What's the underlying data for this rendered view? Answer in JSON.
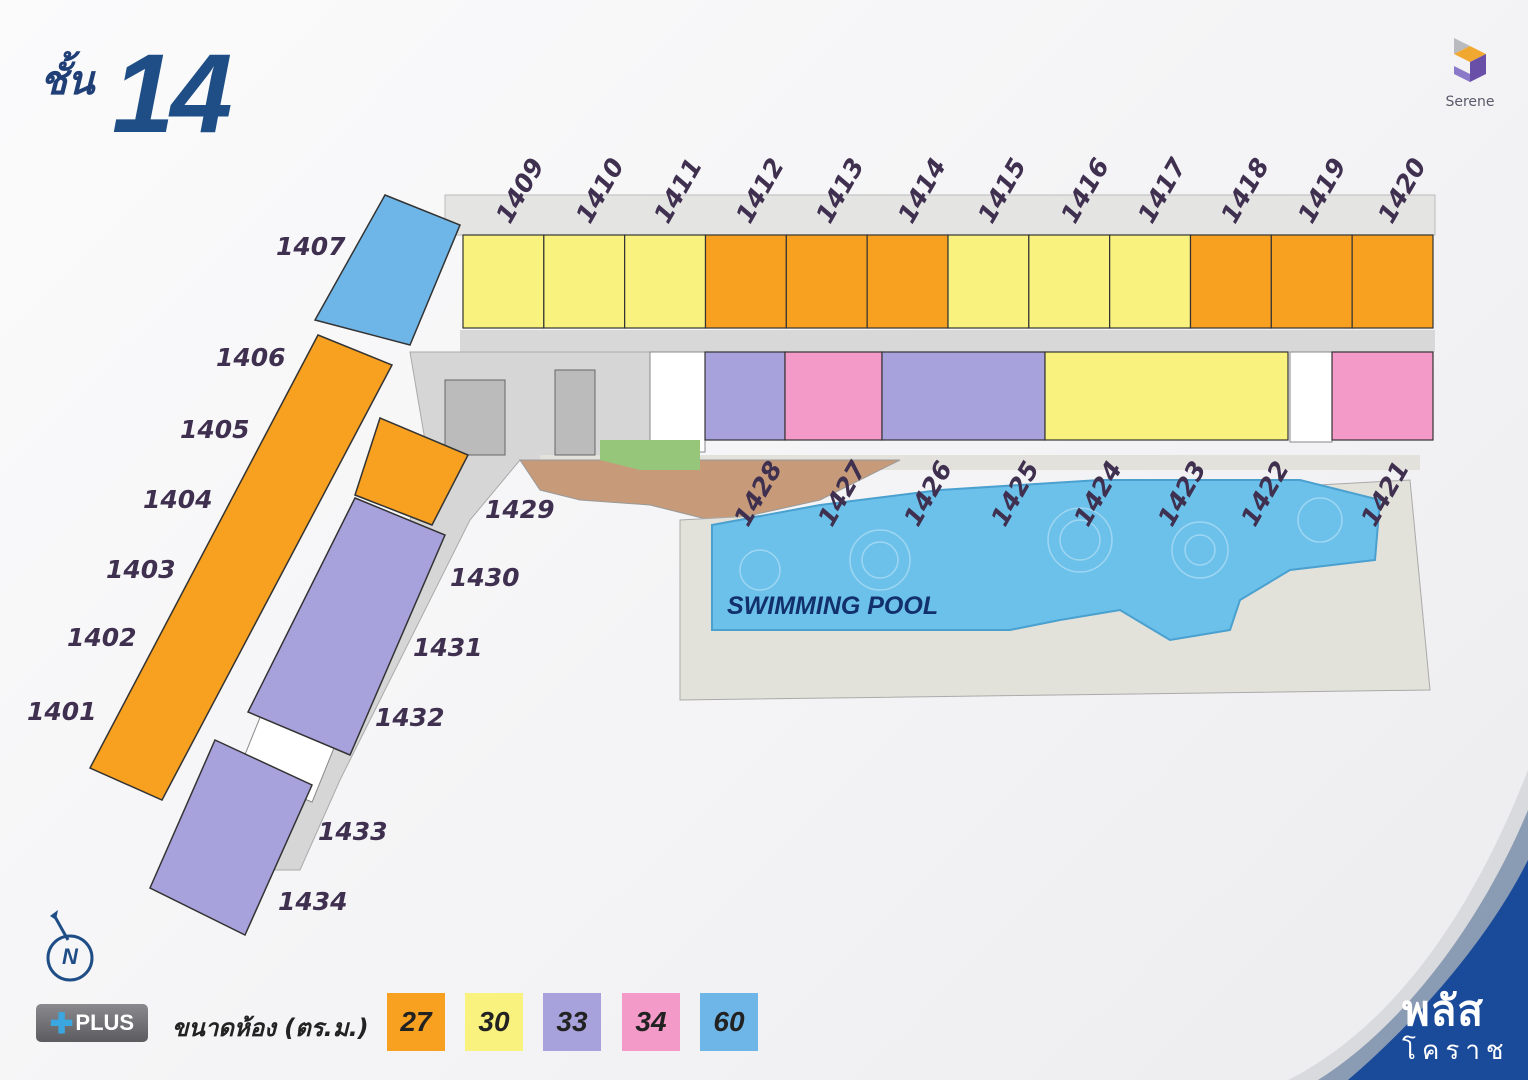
{
  "floor": {
    "thai_label": "ชั้น",
    "number": "14"
  },
  "brand": {
    "name": "Serene"
  },
  "plus_badge": {
    "label": "PLUS"
  },
  "legend": {
    "label": "ขนาดห้อง (ตร.ม.)",
    "items": [
      {
        "size": "27",
        "color": "#f8a01f"
      },
      {
        "size": "30",
        "color": "#f9f27f"
      },
      {
        "size": "33",
        "color": "#a8a2dc"
      },
      {
        "size": "34",
        "color": "#f39ac8"
      },
      {
        "size": "60",
        "color": "#6fb6e8"
      }
    ]
  },
  "pool_label": "SWIMMING POOL",
  "corner_brand": {
    "line1": "พลัส",
    "line2": "โคราช"
  },
  "north_label": "N",
  "units": {
    "top_row": [
      "1409",
      "1410",
      "1411",
      "1412",
      "1413",
      "1414",
      "1415",
      "1416",
      "1417",
      "1418",
      "1419",
      "1420"
    ],
    "inner_row": [
      "1428",
      "1427",
      "1426",
      "1425",
      "1424",
      "1423",
      "1422",
      "1421"
    ],
    "west_outer": [
      "1407",
      "1406",
      "1405",
      "1404",
      "1403",
      "1402",
      "1401"
    ],
    "west_inner": [
      "1429",
      "1430",
      "1431",
      "1432",
      "1433",
      "1434"
    ]
  }
}
